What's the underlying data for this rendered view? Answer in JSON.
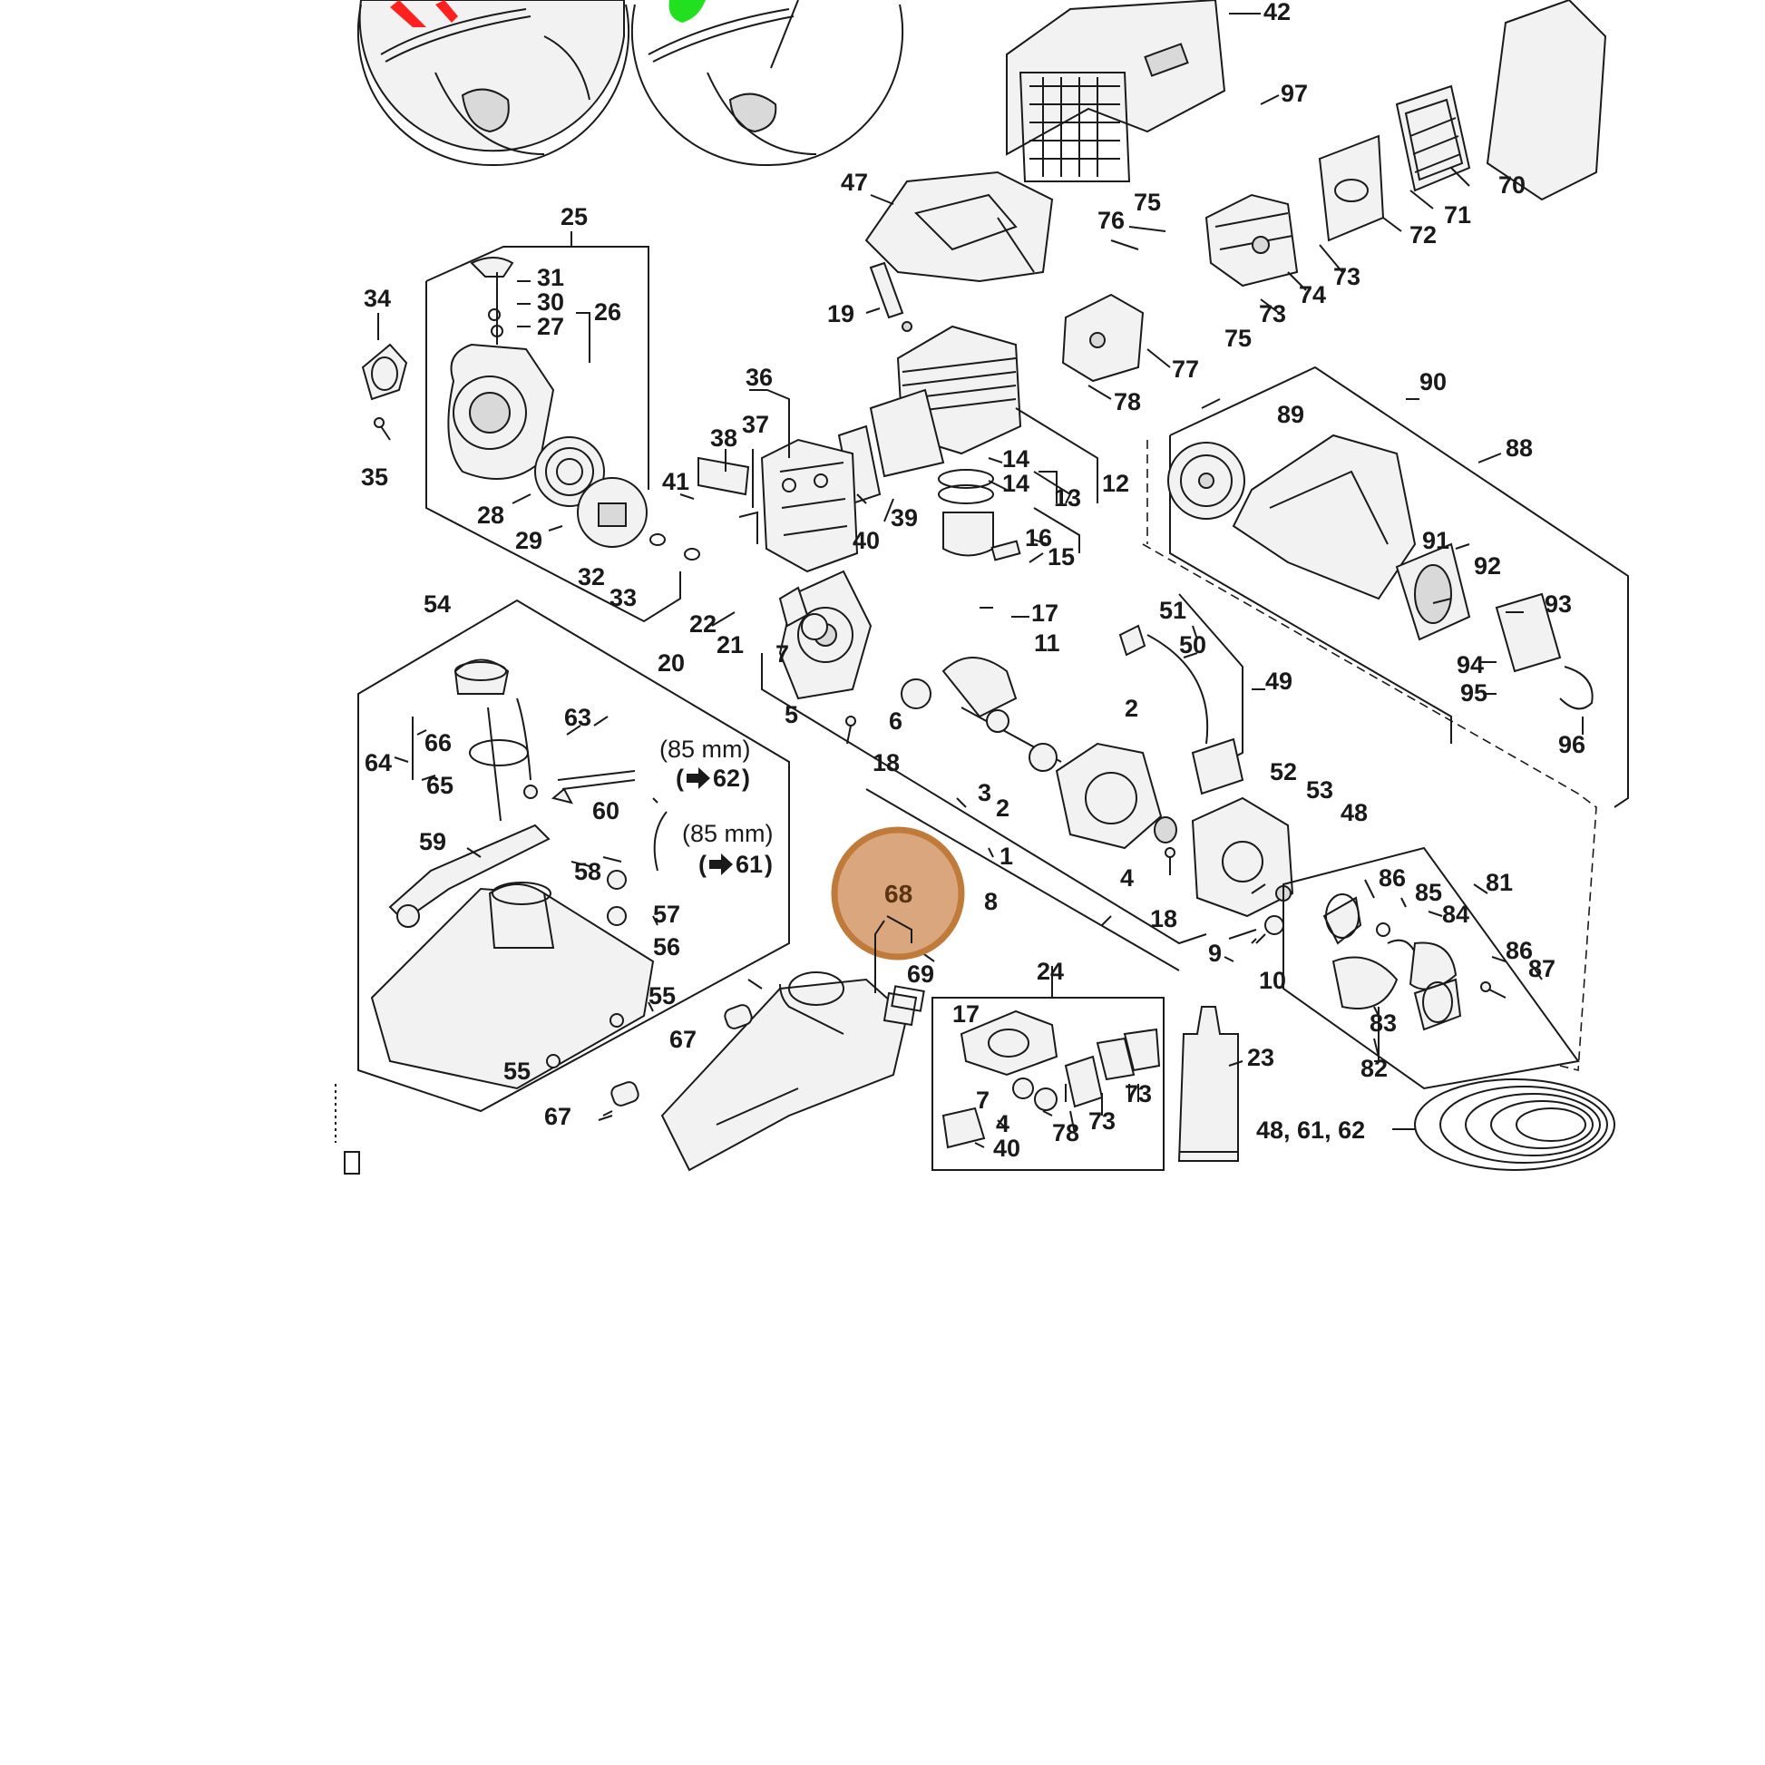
{
  "highlight": {
    "label": "68",
    "fill": "#d9a67e",
    "stroke": "#c07a3a"
  },
  "callouts": {
    "c42": "42",
    "c97": "97",
    "c47": "47",
    "c25": "25",
    "c75a": "75",
    "c76": "76",
    "c70": "70",
    "c71": "71",
    "c72": "72",
    "c73a": "73",
    "c74": "74",
    "c34": "34",
    "c31": "31",
    "c30": "30",
    "c27": "27",
    "c26": "26",
    "c19": "19",
    "c73b": "73",
    "c75b": "75",
    "c77": "77",
    "c78a": "78",
    "c35": "35",
    "c36": "36",
    "c38": "38",
    "c37": "37",
    "c90": "90",
    "c89": "89",
    "c88": "88",
    "c14a": "14",
    "c14b": "14",
    "c41": "41",
    "c13": "13",
    "c12": "12",
    "c28": "28",
    "c29": "29",
    "c39": "39",
    "c40a": "40",
    "c16": "16",
    "c15": "15",
    "c91": "91",
    "c92": "92",
    "c93": "93",
    "c32": "32",
    "c33": "33",
    "c54": "54",
    "c17a": "17",
    "c22": "22",
    "c21": "21",
    "c7a": "7",
    "c20": "20",
    "c51": "51",
    "c50": "50",
    "c11": "11",
    "c49": "49",
    "c94": "94",
    "c95": "95",
    "c96": "96",
    "c63": "63",
    "c66": "66",
    "c64": "64",
    "c65": "65",
    "c60": "60",
    "c5": "5",
    "c6": "6",
    "c2a": "2",
    "c18a": "18",
    "c52": "52",
    "c53": "53",
    "c3": "3",
    "c2b": "2",
    "c48": "48",
    "c59": "59",
    "c58": "58",
    "c1": "1",
    "c4a": "4",
    "c57": "57",
    "c56": "56",
    "c8": "8",
    "c18b": "18",
    "c86a": "86",
    "c85": "85",
    "c81": "81",
    "c84": "84",
    "c9": "9",
    "c10": "10",
    "c69": "69",
    "c86b": "86",
    "c87": "87",
    "c24": "24",
    "c55a": "55",
    "c17b": "17",
    "c67a": "67",
    "c23": "23",
    "c83": "83",
    "c55b": "55",
    "c82": "82",
    "c7b": "7",
    "c73c": "73",
    "c73d": "73",
    "c4b": "4",
    "c78b": "78",
    "c40b": "40",
    "c67b": "67",
    "c486162": "48, 61, 62"
  },
  "notes": {
    "hose62_len": "(85 mm)",
    "hose62_ref": "62",
    "hose61_len": "(85 mm)",
    "hose61_ref": "61"
  },
  "icons": {
    "arrow": "arrow-right-icon",
    "wrong": "red-cross-mark",
    "right": "green-check-mark"
  }
}
